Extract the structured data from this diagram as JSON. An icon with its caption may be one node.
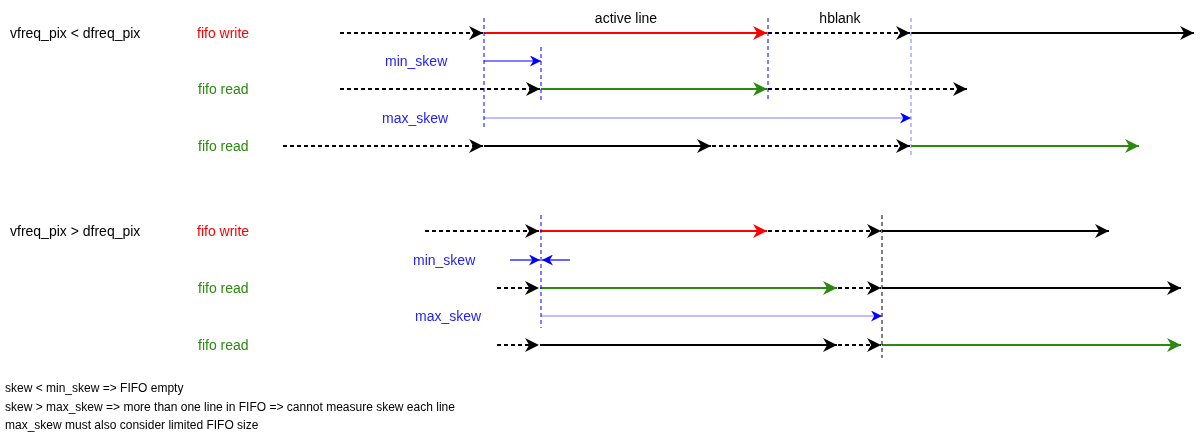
{
  "diagram": {
    "labels": [
      "vfreq_pix < dfreq_pix",
      "fifo write",
      "active line",
      "hblank",
      "min_skew",
      "fifo read",
      "max_skew",
      "fifo read",
      "vfreq_pix > dfreq_pix",
      "fifo write",
      "min_skew",
      "fifo read",
      "max_skew",
      "fifo read",
      "skew < min_skew => FIFO empty",
      "skew > max_skew => more than one line in FIFO => cannot measure skew each line",
      "max_skew must also consider limited FIFO size"
    ]
  }
}
